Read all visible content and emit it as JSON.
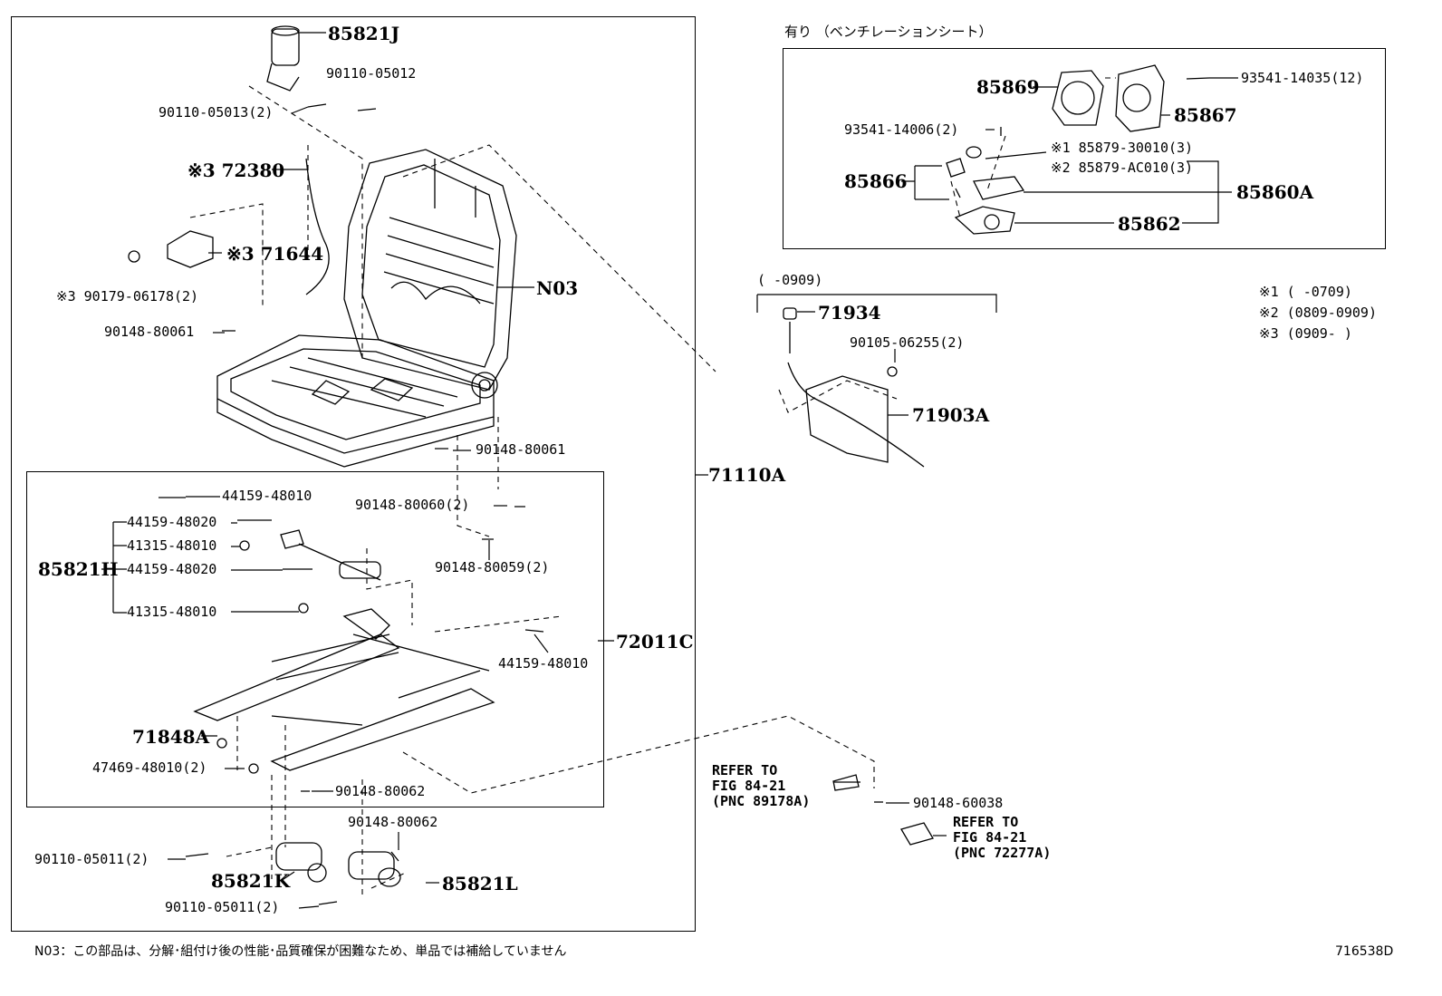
{
  "labels": {
    "p85821J": "85821J",
    "p90110_05012": "90110-05012",
    "p90110_05013": "90110-05013(2)",
    "p72380": "※3 72380",
    "p71644": "※3 71644",
    "p90179_06178": "※3 90179-06178(2)",
    "pN03": "N03",
    "p90148_80061a": "90148-80061",
    "p90148_80061b": "90148-80061",
    "p71110A": "71110A",
    "p44159_48010a": "44159-48010",
    "p44159_48020a": "44159-48020",
    "p41315_48010a": "41315-48010",
    "p85821H": "85821H",
    "p44159_48020b": "44159-48020",
    "p41315_48010b": "41315-48010",
    "p90148_80060": "90148-80060(2)",
    "p90148_80059": "90148-80059(2)",
    "p72011C": "72011C",
    "p44159_48010b": "44159-48010",
    "p71848A": "71848A",
    "p47469_48010": "47469-48010(2)",
    "p90148_80062a": "90148-80062",
    "p90148_80062b": "90148-80062",
    "p90110_05011a": "90110-05011(2)",
    "p85821K": "85821K",
    "p85821L": "85821L",
    "p90110_05011b": "90110-05011(2)",
    "vent_title": "有り （ベンチレーションシート）",
    "p85869": "85869",
    "p93541_14035": "93541-14035(12)",
    "p85867": "85867",
    "p93541_14006": "93541-14006(2)",
    "p85879_30010": "※1 85879-30010(3)",
    "p85879_AC010": "※2 85879-AC010(3)",
    "p85866": "85866",
    "p85860A": "85860A",
    "p85862": "85862",
    "range_0909": "(      -0909)",
    "p71934": "71934",
    "p90105_06255": "90105-06255(2)",
    "p71903A": "71903A",
    "note1": "※1 (      -0709)",
    "note2": "※2 (0809-0909)",
    "note3": "※3 (0909-      )",
    "refer1_l1": "REFER TO",
    "refer1_l2": "FIG 84-21",
    "refer1_l3": "(PNC 89178A)",
    "p90148_60038": "90148-60038",
    "refer2_l1": "REFER TO",
    "refer2_l2": "FIG 84-21",
    "refer2_l3": "(PNC 72277A)",
    "footnote": "N03：この部品は、分解･組付け後の性能･品質確保が困難なため、単品では補給していません",
    "diagram_id": "716538D"
  }
}
